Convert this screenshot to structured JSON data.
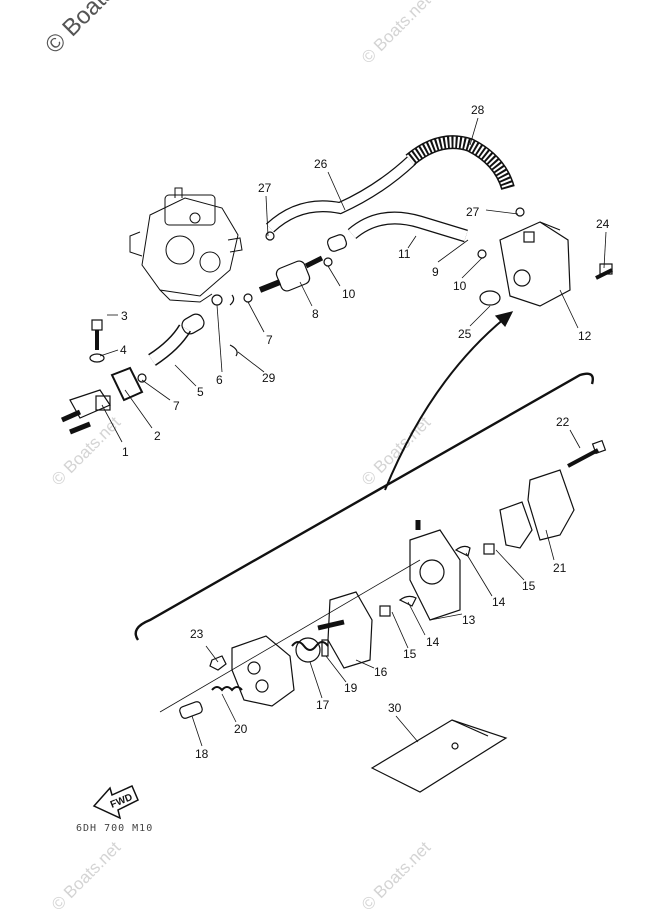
{
  "watermark": {
    "corner_text": "© Boats.",
    "repeat_text": "© Boats.net"
  },
  "figure_code": "6DH  700 M10",
  "fwd_label": "FWD",
  "callouts": [
    "1",
    "2",
    "3",
    "4",
    "5",
    "6",
    "7",
    "7",
    "8",
    "9",
    "10",
    "10",
    "11",
    "12",
    "13",
    "14",
    "14",
    "15",
    "15",
    "16",
    "17",
    "18",
    "19",
    "20",
    "21",
    "22",
    "23",
    "24",
    "25",
    "26",
    "27",
    "27",
    "28",
    "29",
    "30"
  ]
}
